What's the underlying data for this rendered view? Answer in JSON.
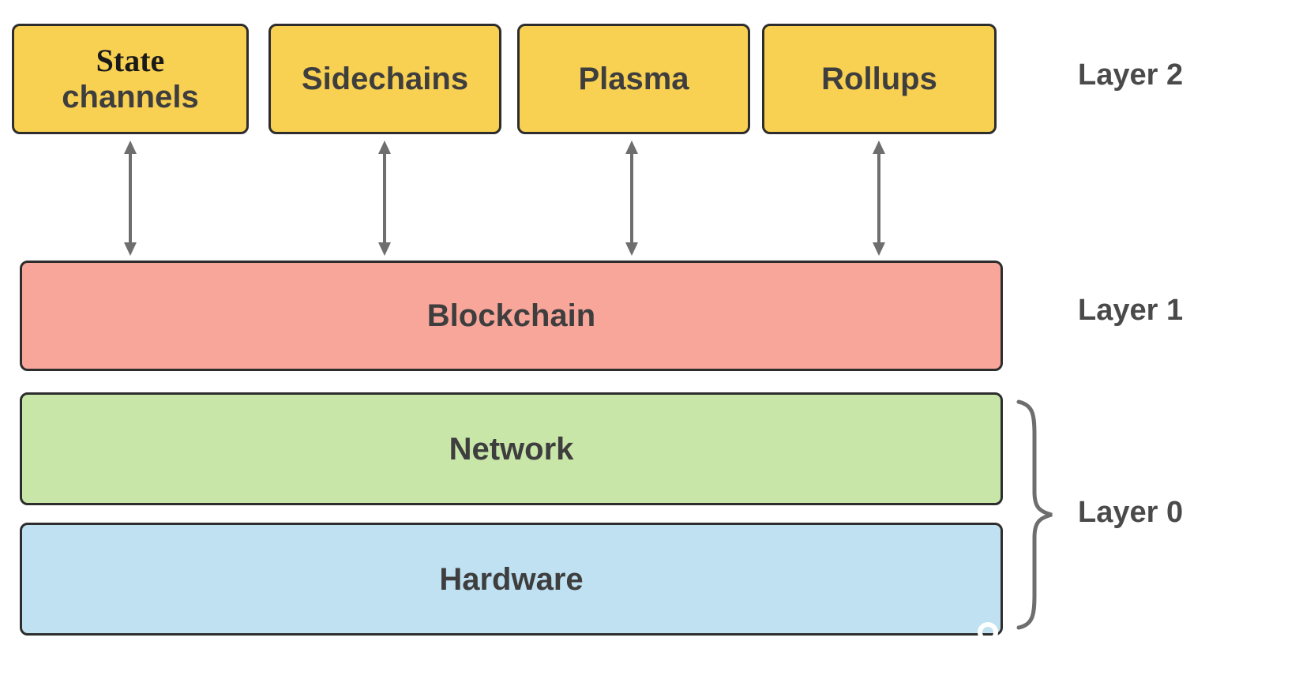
{
  "colors": {
    "yellow": "#F8D052",
    "salmon": "#F9A69A",
    "green": "#C8E6A8",
    "blue": "#BFE1F2",
    "border": "#2d2d2d",
    "text": "#3e3e3e",
    "arrow": "#6e6e6e",
    "label": "#4a4a4a"
  },
  "layer2": {
    "label": "Layer 2",
    "nodes": [
      {
        "label": "State",
        "label2": "channels"
      },
      {
        "label": "Sidechains"
      },
      {
        "label": "Plasma"
      },
      {
        "label": "Rollups"
      }
    ]
  },
  "layer1": {
    "label": "Layer 1",
    "node": "Blockchain"
  },
  "layer0": {
    "label": "Layer 0",
    "nodes": [
      "Network",
      "Hardware"
    ]
  }
}
